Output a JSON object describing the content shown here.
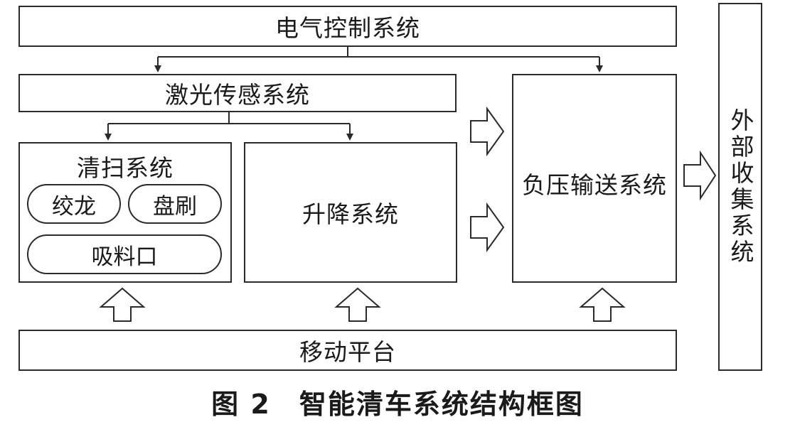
{
  "diagram": {
    "electrical_control": "电气控制系统",
    "laser_sensing": "激光传感系统",
    "cleaning": {
      "title": "清扫系统",
      "auger": "绞龙",
      "brush": "盘刷",
      "inlet": "吸料口"
    },
    "lifting": "升降系统",
    "negative_pressure": "负压输送系统",
    "external_collection": "外部收集系统",
    "mobile_platform": "移动平台"
  },
  "caption": "图 2　智能清车系统结构框图"
}
